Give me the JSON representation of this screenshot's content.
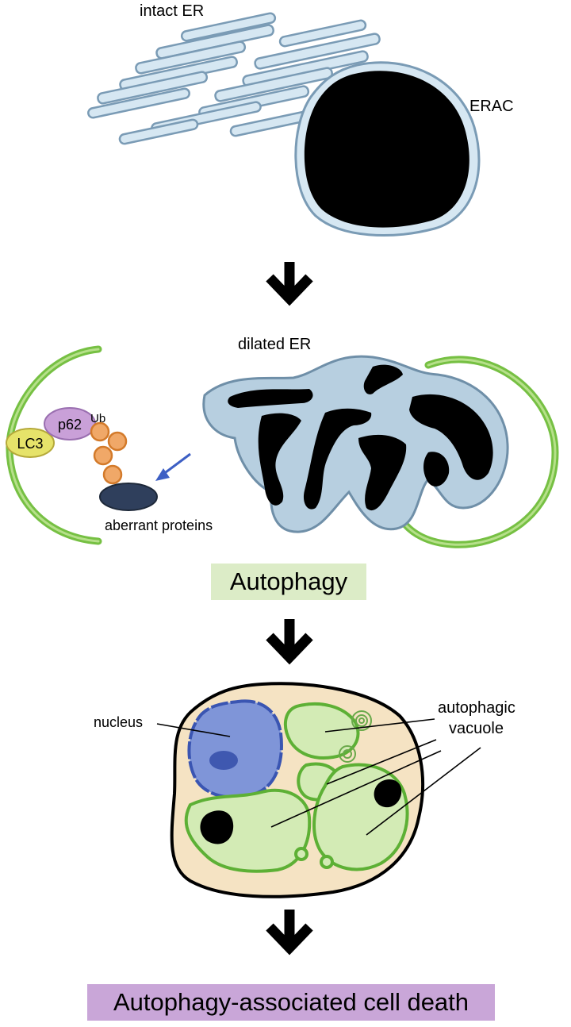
{
  "labels": {
    "intact_er": "intact ER",
    "erac": "ERAC",
    "dilated_er": "dilated ER",
    "p62": "p62",
    "lc3": "LC3",
    "ub": "Ub",
    "aberrant_proteins": "aberrant proteins",
    "nucleus": "nucleus",
    "autophagic_vacuole_line1": "autophagic",
    "autophagic_vacuole_line2": "vacuole"
  },
  "boxes": {
    "autophagy": "Autophagy",
    "cell_death": "Autophagy-associated cell death"
  },
  "colors": {
    "er_fill": "#d6e7f2",
    "er_stroke": "#7a9bb5",
    "erac_fill": "#000000",
    "dilated_er_fill": "#b7cfe0",
    "membrane_green": "#76c043",
    "p62_fill": "#c9a0d8",
    "lc3_fill": "#e6e36a",
    "ub_fill": "#f0a868",
    "protein_fill": "#2f3f5c",
    "arrow_blue": "#3d5fc4",
    "cytoplasm": "#f5e3c3",
    "nucleus_fill": "#7f95d8",
    "vacuole_fill": "#d3ebb5",
    "autophagy_box": "#dcecc7",
    "cell_death_box": "#c9a6d8"
  }
}
